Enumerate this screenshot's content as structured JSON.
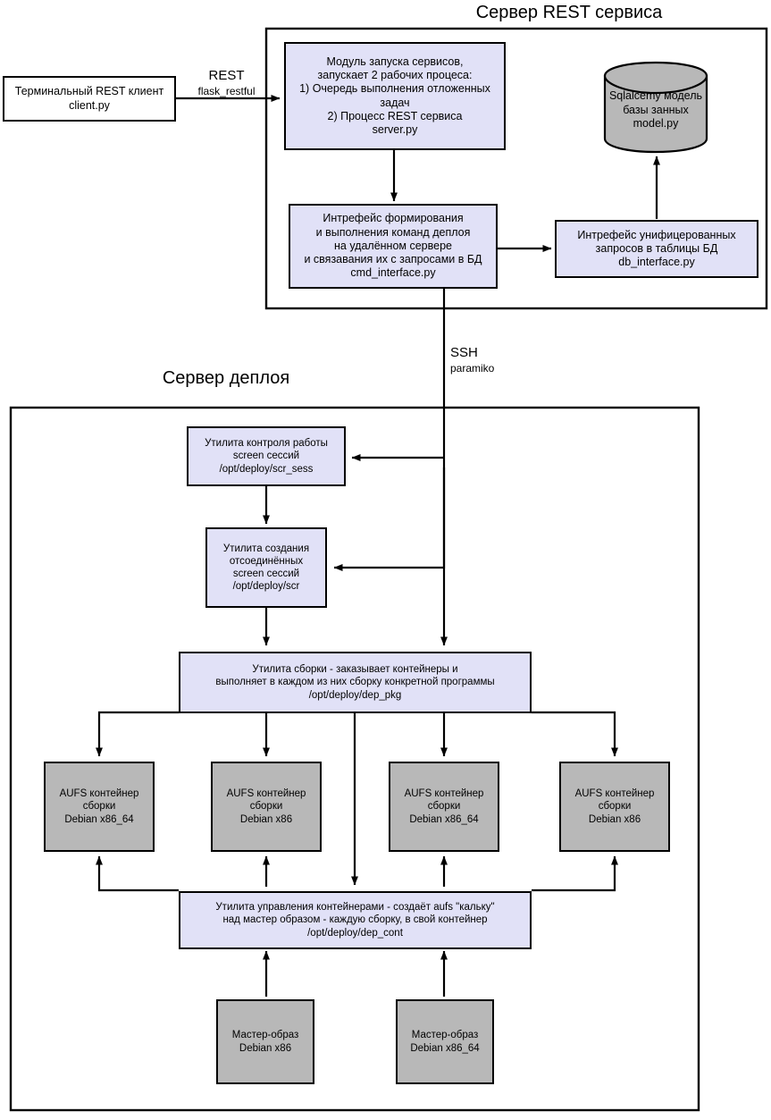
{
  "titles": {
    "rest_server": "Сервер REST сервиса",
    "deploy_server": "Сервер деплоя"
  },
  "edge_labels": {
    "rest_main": "REST",
    "rest_sub": "flask_restful",
    "ssh_main": "SSH",
    "ssh_sub": "paramiko"
  },
  "nodes": {
    "client": "Терминальный REST клиент\nclient.py",
    "service_module": "Модуль запуска сервисов,\nзапускает 2 рабочих процеса:\n1) Очередь выполнения отложенных\nзадач\n2) Процесс REST сервиса\nserver.py",
    "db_model": "Sqlalcemy модель\nбазы занных\nmodel.py",
    "cmd_interface": "Интрефейс формирования\nи выполнения команд деплоя\nна удалённом сервере\nи связавания их с запросами в БД\ncmd_interface.py",
    "db_interface": "Интрефейс унифицерованных\nзапросов в таблицы БД\ndb_interface.py",
    "scr_sess": "Утилита контроля работы\nscreen сессий\n/opt/deploy/scr_sess",
    "scr": "Утилита создания\nотсоединённых\nscreen сессий\n/opt/deploy/scr",
    "dep_pkg": "Утилита сборки - заказывает контейнеры и\nвыполняет в каждом из них сборку конкретной программы\n/opt/deploy/dep_pkg",
    "dep_cont": "Утилита управления контейнерами - создаёт aufs \"кальку\"\nнад мастер образом - каждую сборку, в свой контейнер\n/opt/deploy/dep_cont",
    "container_1": "AUFS контейнер\nсборки\nDebian x86_64",
    "container_2": "AUFS контейнер\nсборки\nDebian x86",
    "container_3": "AUFS контейнер\nсборки\nDebian x86_64",
    "container_4": "AUFS контейнер\nсборки\nDebian x86",
    "master_image_1": "Мастер-образ\nDebian x86",
    "master_image_2": "Мастер-образ\nDebian x86_64"
  },
  "colors": {
    "process_fill": "#e1e1f7",
    "storage_fill": "#b8b8b8",
    "stroke": "#000000",
    "background": "#ffffff"
  }
}
